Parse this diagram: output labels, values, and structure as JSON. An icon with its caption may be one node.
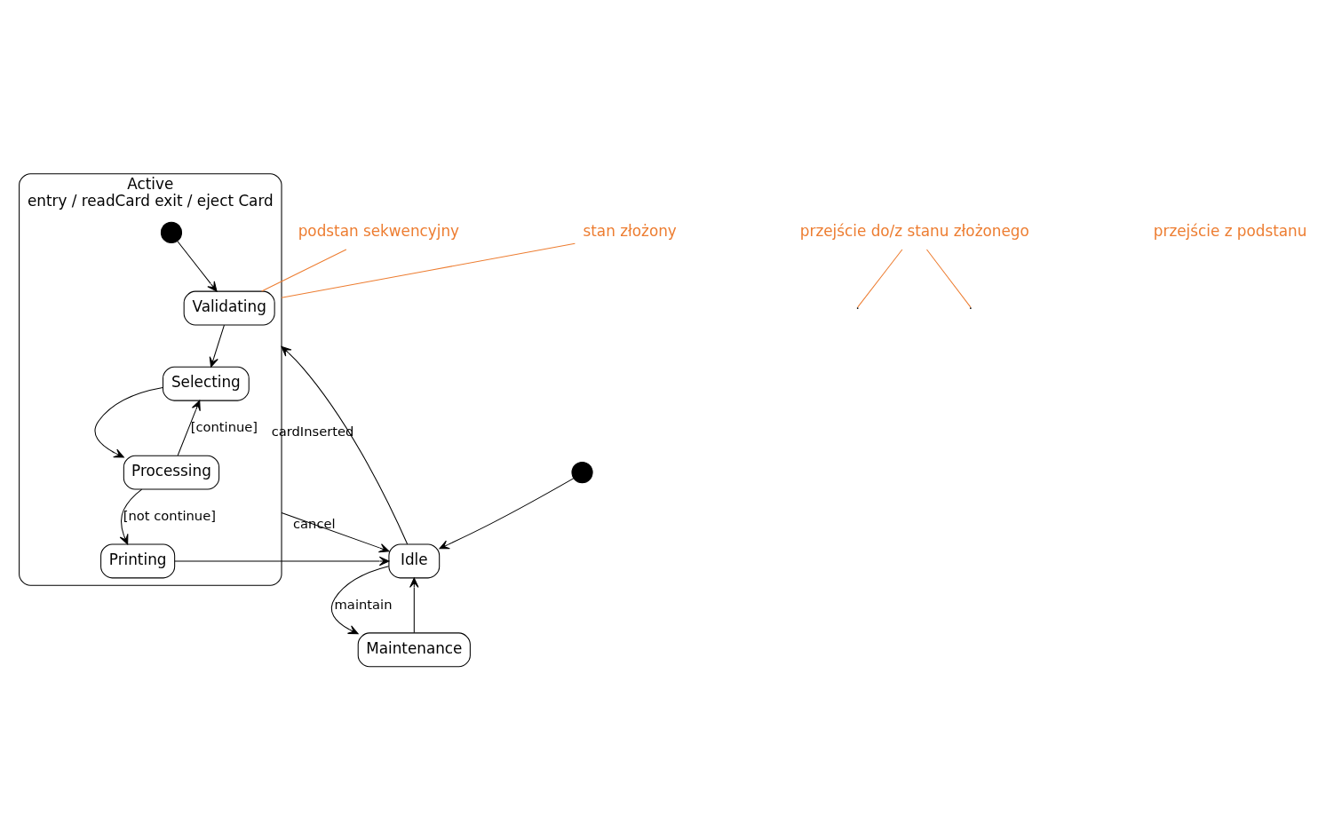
{
  "diagram": {
    "nodes": [
      {
        "text": [],
        "shape": "circle"
      },
      {
        "text": [
          "Idle"
        ]
      },
      {
        "text": [
          "Maintenance"
        ]
      },
      {
        "text": [
          "Active",
          "entry / readCard exit / eject Card"
        ]
      },
      {
        "text": [],
        "shape": "circle",
        "in": 3
      },
      {
        "text": [
          "Validating"
        ],
        "in": 3
      },
      {
        "text": [
          "Selecting"
        ],
        "in": 3
      },
      {
        "text": [
          "Processing"
        ],
        "in": 3
      },
      {
        "text": [
          "Printing"
        ],
        "in": 3
      },
      {
        "text": [
          "przejście do/z stanu złożonego"
        ]
      },
      {
        "text": [
          "podstan sekwencyjny"
        ]
      },
      {
        "text": [
          "stan złożony"
        ]
      }
    ],
    "edges": [
      {
        "from": 0,
        "to": 1,
        "arrow": "to"
      },
      {
        "from": 1,
        "to": 3,
        "arrow": "to",
        "label": "cardInserted"
      },
      {
        "from": 3,
        "to": 1,
        "arrow": "to",
        "label": "cancel"
      },
      {
        "from": 1,
        "to": 2,
        "arrow": "to",
        "label": "maintain"
      },
      {
        "from": 2,
        "to": 1,
        "arrow": "to"
      },
      {
        "from": 4,
        "to": 5,
        "arrow": "to"
      },
      {
        "from": 5,
        "to": 6,
        "arrow": "to"
      },
      {
        "from": 6,
        "to": 7,
        "arrow": "to"
      },
      {
        "from": 7,
        "to": 6,
        "arrow": "to",
        "label": "[continue]"
      },
      {
        "from": 7,
        "to": 8,
        "arrow": "to",
        "label": "[not continue]"
      },
      {
        "from": 8,
        "to": 1,
        "arrow": "to"
      },
      {
        "from": 9,
        "to": null,
        "arrow": "none",
        "color": "#ed7d31"
      },
      {
        "from": 9,
        "to": null,
        "arrow": "none",
        "color": "#ed7d31"
      },
      {
        "from": 10,
        "to": 5,
        "arrow": "none",
        "color": "#ed7d31"
      },
      {
        "from": 11,
        "to": 3,
        "arrow": "none",
        "color": "#ed7d31"
      }
    ],
    "labels": [
      "przejście z podstanu"
    ]
  }
}
